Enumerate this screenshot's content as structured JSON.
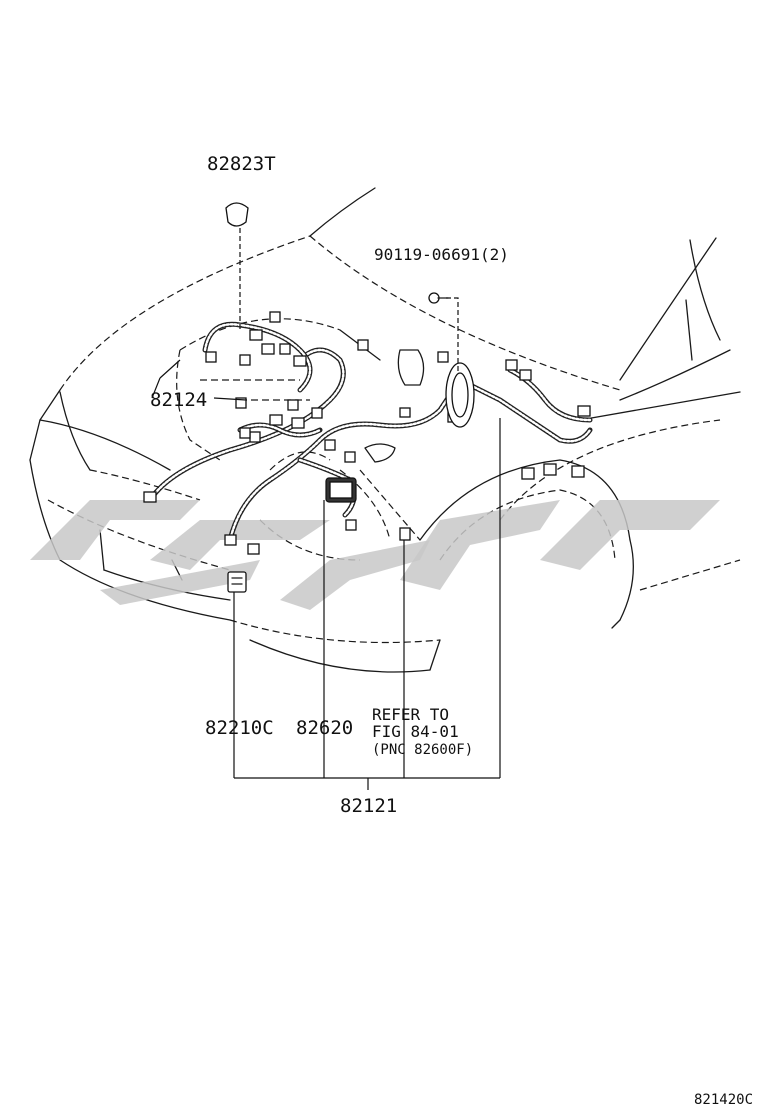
{
  "diagram": {
    "part_labels": {
      "p82823T": "82823T",
      "p90119": "90119-06691(2)",
      "p82124": "82124",
      "p82210C": "82210C",
      "p82620": "82620",
      "p82121": "82121"
    },
    "refer_note": {
      "line1": "REFER TO",
      "line2": "FIG 84-01",
      "line3": "(PNC 82600F)"
    },
    "figure_code": "821420C",
    "watermark_color": "#c8c8c8"
  }
}
